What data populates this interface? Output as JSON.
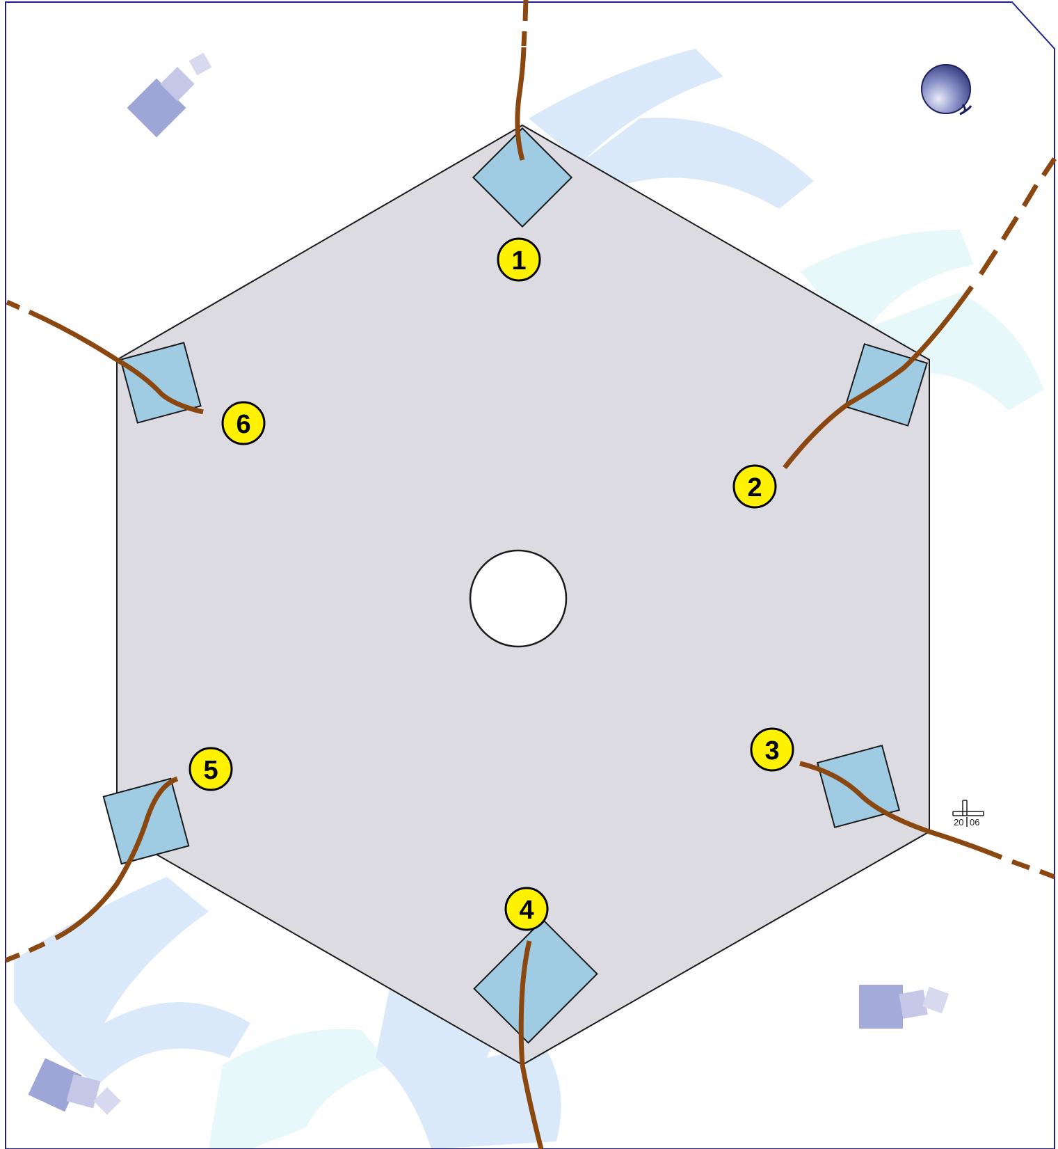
{
  "colors": {
    "plate_fill": "#dcdbe2",
    "plate_stroke": "#1a1a1a",
    "pad_fill": "#9fcbe3",
    "cable": "#8b4710",
    "callout_fill": "#fff200",
    "frame": "#1f1f8f",
    "background_swirl": "#d9e9fa",
    "background_swirl_light": "#e7f8fb"
  },
  "icons": {
    "globe": "globe-icon",
    "stamp": "manufacturer-stamp-icon",
    "decor": "decorative-squares"
  },
  "callouts": [
    {
      "label": "1"
    },
    {
      "label": "2"
    },
    {
      "label": "3"
    },
    {
      "label": "4"
    },
    {
      "label": "5"
    },
    {
      "label": "6"
    }
  ],
  "stamp": {
    "left": "20",
    "right": "06"
  }
}
